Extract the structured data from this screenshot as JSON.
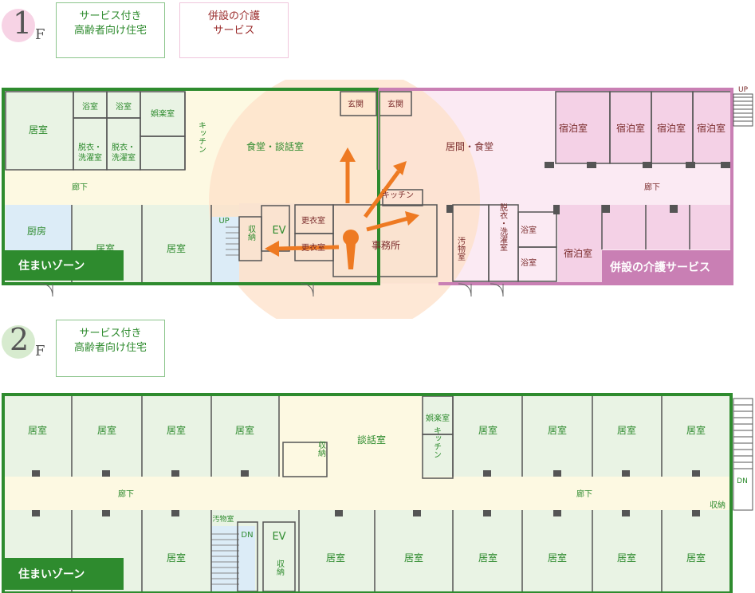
{
  "floor1": {
    "number": "1",
    "unit": "F",
    "legend_green_line1": "サービス付き",
    "legend_green_line2": "高齢者向け住宅",
    "legend_pink_line1": "併設の介護",
    "legend_pink_line2": "サービス",
    "zone_green": "住まいゾーン",
    "zone_pink": "併設の介護サービス",
    "up_label_right": "UP",
    "rooms": {
      "kyoshitsu": "居室",
      "yokushitsu": "浴室",
      "datsui_1": "脱衣・",
      "datsui_2": "洗濯室",
      "goraku": "娯楽室",
      "kitchen_v": "キッチン",
      "shokudo": "食堂・談話室",
      "genkan": "玄関",
      "ima": "居間・食堂",
      "shukuhaku": "宿泊室",
      "roka": "廊下",
      "chubo": "厨房",
      "up": "UP",
      "shuno": "収納",
      "ev": "EV",
      "koui": "更衣室",
      "jimusho": "事務所",
      "kitchen_h": "キッチン",
      "obutsu": "汚物室",
      "datsui_sen": "脱衣・洗濯室"
    }
  },
  "floor2": {
    "number": "2",
    "unit": "F",
    "legend_green_line1": "サービス付き",
    "legend_green_line2": "高齢者向け住宅",
    "zone_green": "住まいゾーン",
    "dn_label_right": "DN",
    "rooms": {
      "kyoshitsu": "居室",
      "danwa": "談話室",
      "goraku": "娯楽室",
      "kitchen_v": "キッチン",
      "shuno": "収納",
      "roka": "廊下",
      "obutsu": "汚物室",
      "dn": "DN",
      "ev": "EV"
    }
  },
  "colors": {
    "green": "#2e8b2e",
    "green_text": "#2e8b2e",
    "green_fill": "#e9f3e4",
    "cream": "#fdf9e2",
    "pink": "#c97fb4",
    "pink_fill": "#f4d1e6",
    "pink_light": "#fbeaf3",
    "orange": "#ee7a22",
    "circle": "#fde0c8",
    "blue": "#dcecf7",
    "gray": "#eeece7",
    "wall": "#555555"
  }
}
